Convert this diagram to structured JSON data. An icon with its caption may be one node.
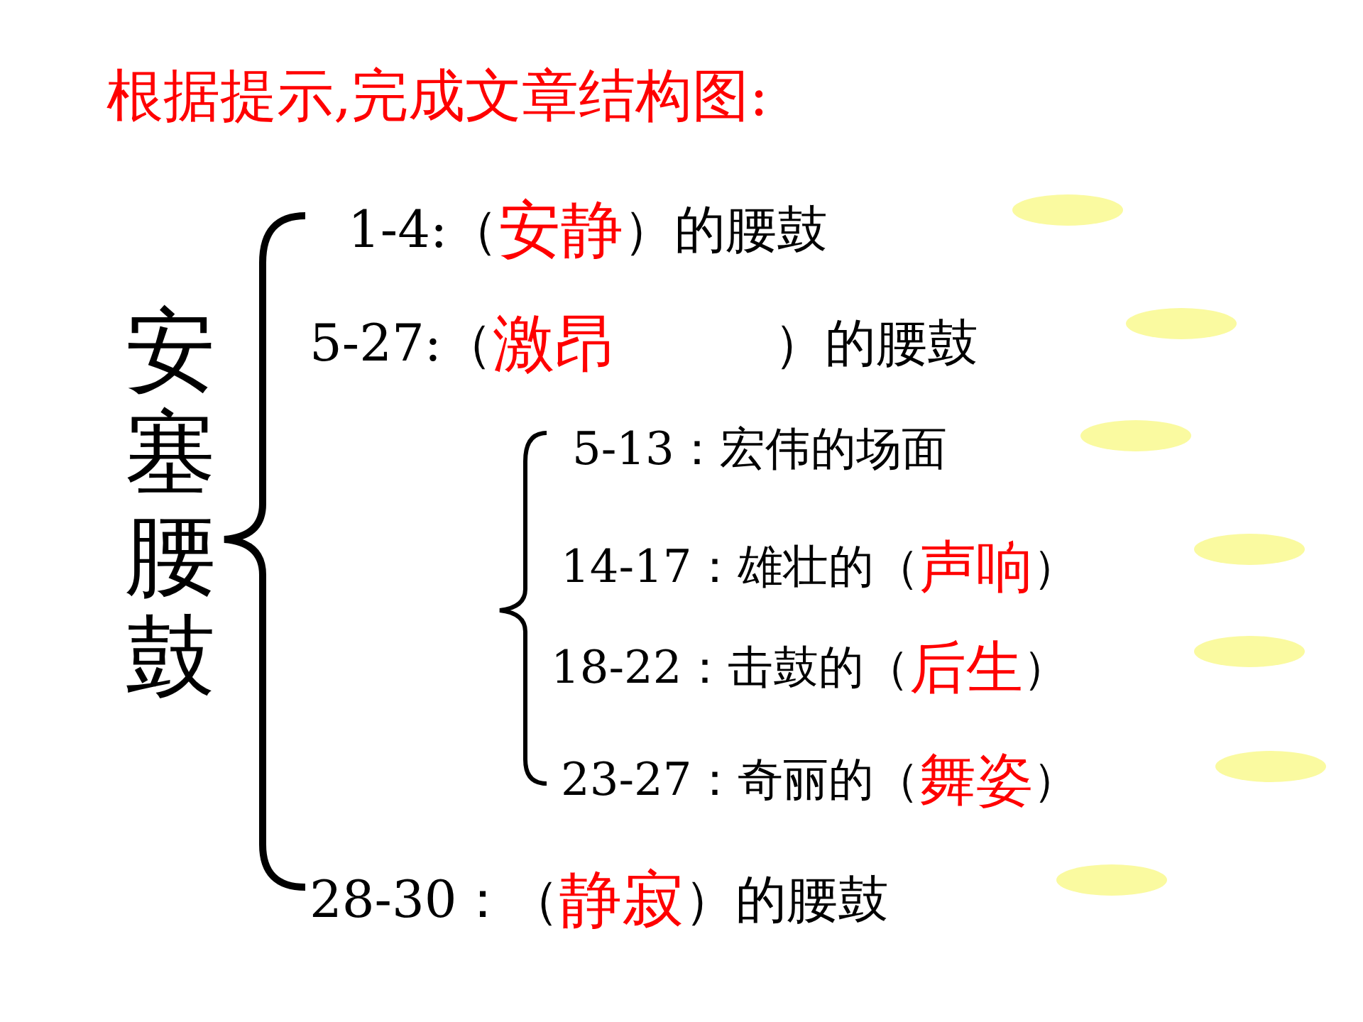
{
  "diagram": {
    "title": "根据提示,完成文章结构图:",
    "nodes": [
      {
        "text": [],
        "shape": "oval"
      },
      {
        "text": [],
        "shape": "oval"
      },
      {
        "text": [],
        "shape": "oval"
      },
      {
        "text": [],
        "shape": "oval"
      },
      {
        "text": [],
        "shape": "oval"
      },
      {
        "text": [],
        "shape": "oval"
      },
      {
        "text": [],
        "shape": "oval"
      }
    ],
    "labels": [
      "安塞腰鼓",
      "1-4:（",
      "安静",
      "）的腰鼓",
      "5-27:（",
      "激昂",
      "）的腰鼓",
      "5-13：宏伟的场面",
      "14-17：雄壮的（",
      "声响",
      "）",
      "18-22：击鼓的（",
      "后生",
      "）",
      "23-27：奇丽的（",
      "舞姿",
      "）",
      "28-30：（",
      "静寂",
      "）的腰鼓"
    ]
  }
}
